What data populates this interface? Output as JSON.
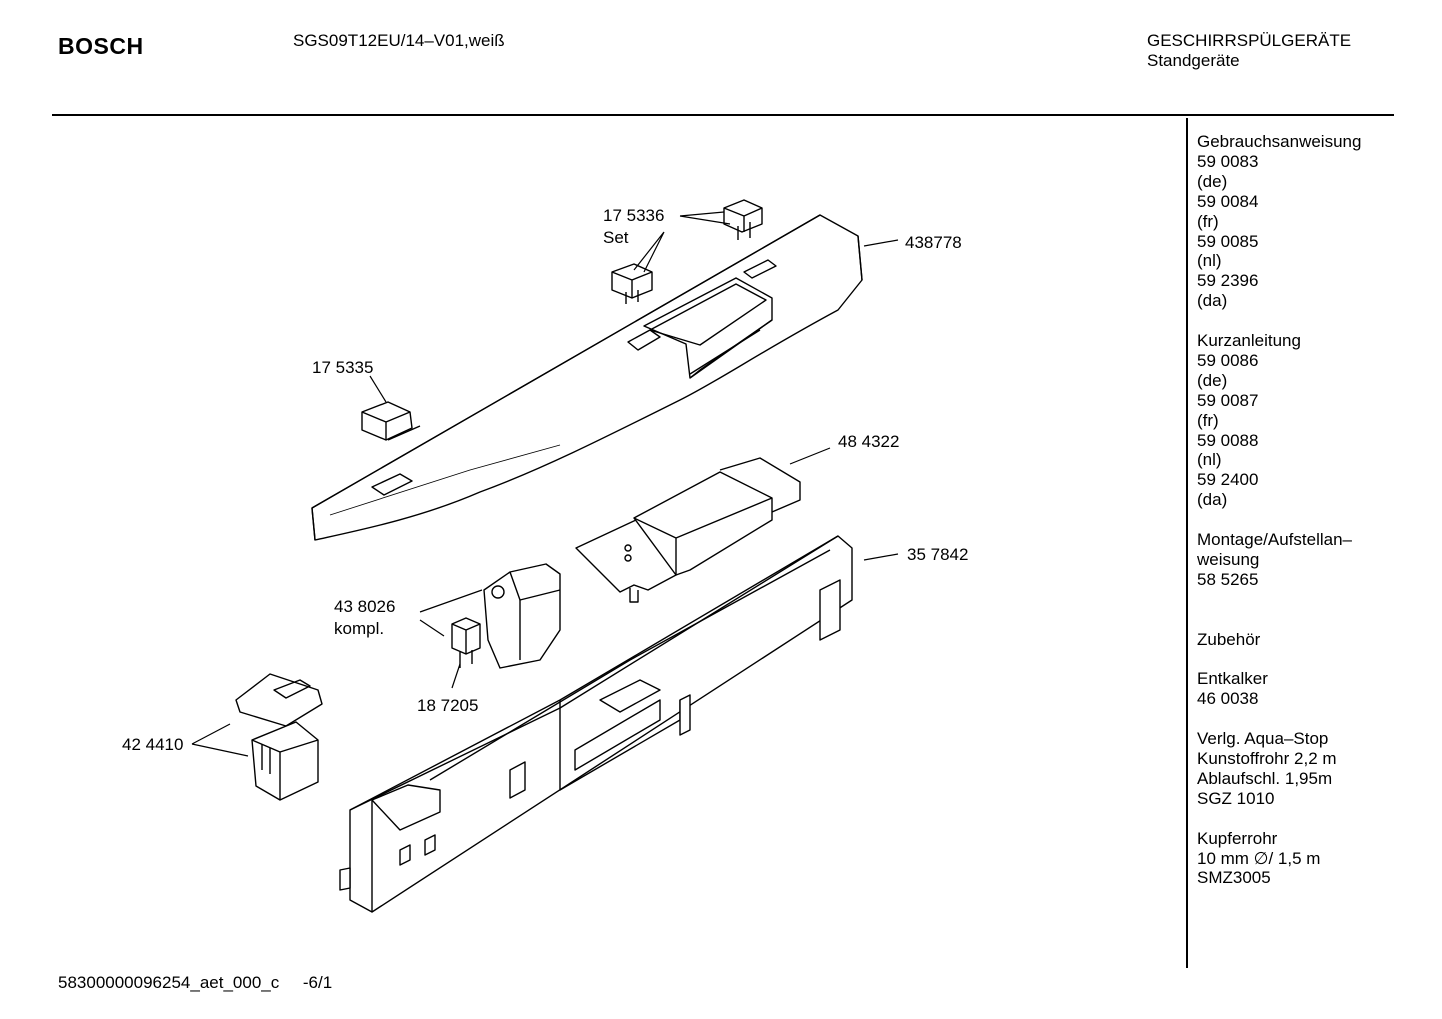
{
  "header": {
    "brand": "BOSCH",
    "model": "SGS09T12EU/14–V01,weiß",
    "category_line1": "GESCHIRRSPÜLGERÄTE",
    "category_line2": "Standgeräte"
  },
  "sidebar": {
    "blocks": [
      {
        "lines": [
          "Gebrauchsanweisung",
          "59 0083",
          "(de)",
          "59 0084",
          "(fr)",
          "59 0085",
          "(nl)",
          "59 2396",
          "(da)"
        ]
      },
      {
        "lines": [
          "Kurzanleitung",
          "59 0086",
          "(de)",
          "59 0087",
          "(fr)",
          "59 0088",
          "(nl)",
          "59 2400",
          "(da)"
        ]
      },
      {
        "lines": [
          "Montage/Aufstellan–",
          "weisung",
          "58 5265",
          ""
        ]
      },
      {
        "lines": [
          "Zubehör"
        ]
      },
      {
        "lines": [
          "Entkalker",
          "46 0038"
        ]
      },
      {
        "lines": [
          "Verlg. Aqua–Stop",
          "Kunstoffrohr 2,2 m",
          "Ablaufschl. 1,95m",
          "SGZ 1010"
        ]
      },
      {
        "lines": [
          "Kupferrohr",
          "10 mm ∅/ 1,5 m",
          "SMZ3005"
        ]
      }
    ]
  },
  "part_labels": {
    "p175336": "17 5336",
    "p175336_set": "Set",
    "p438778": "438778",
    "p175335": "17 5335",
    "p484322": "48 4322",
    "p357842": "35 7842",
    "p438026": "43 8026",
    "p438026_kompl": "kompl.",
    "p187205": "18 7205",
    "p424410": "42 4410"
  },
  "footer": {
    "doc_id": "58300000096254_aet_000_c",
    "page": "-6/1"
  }
}
